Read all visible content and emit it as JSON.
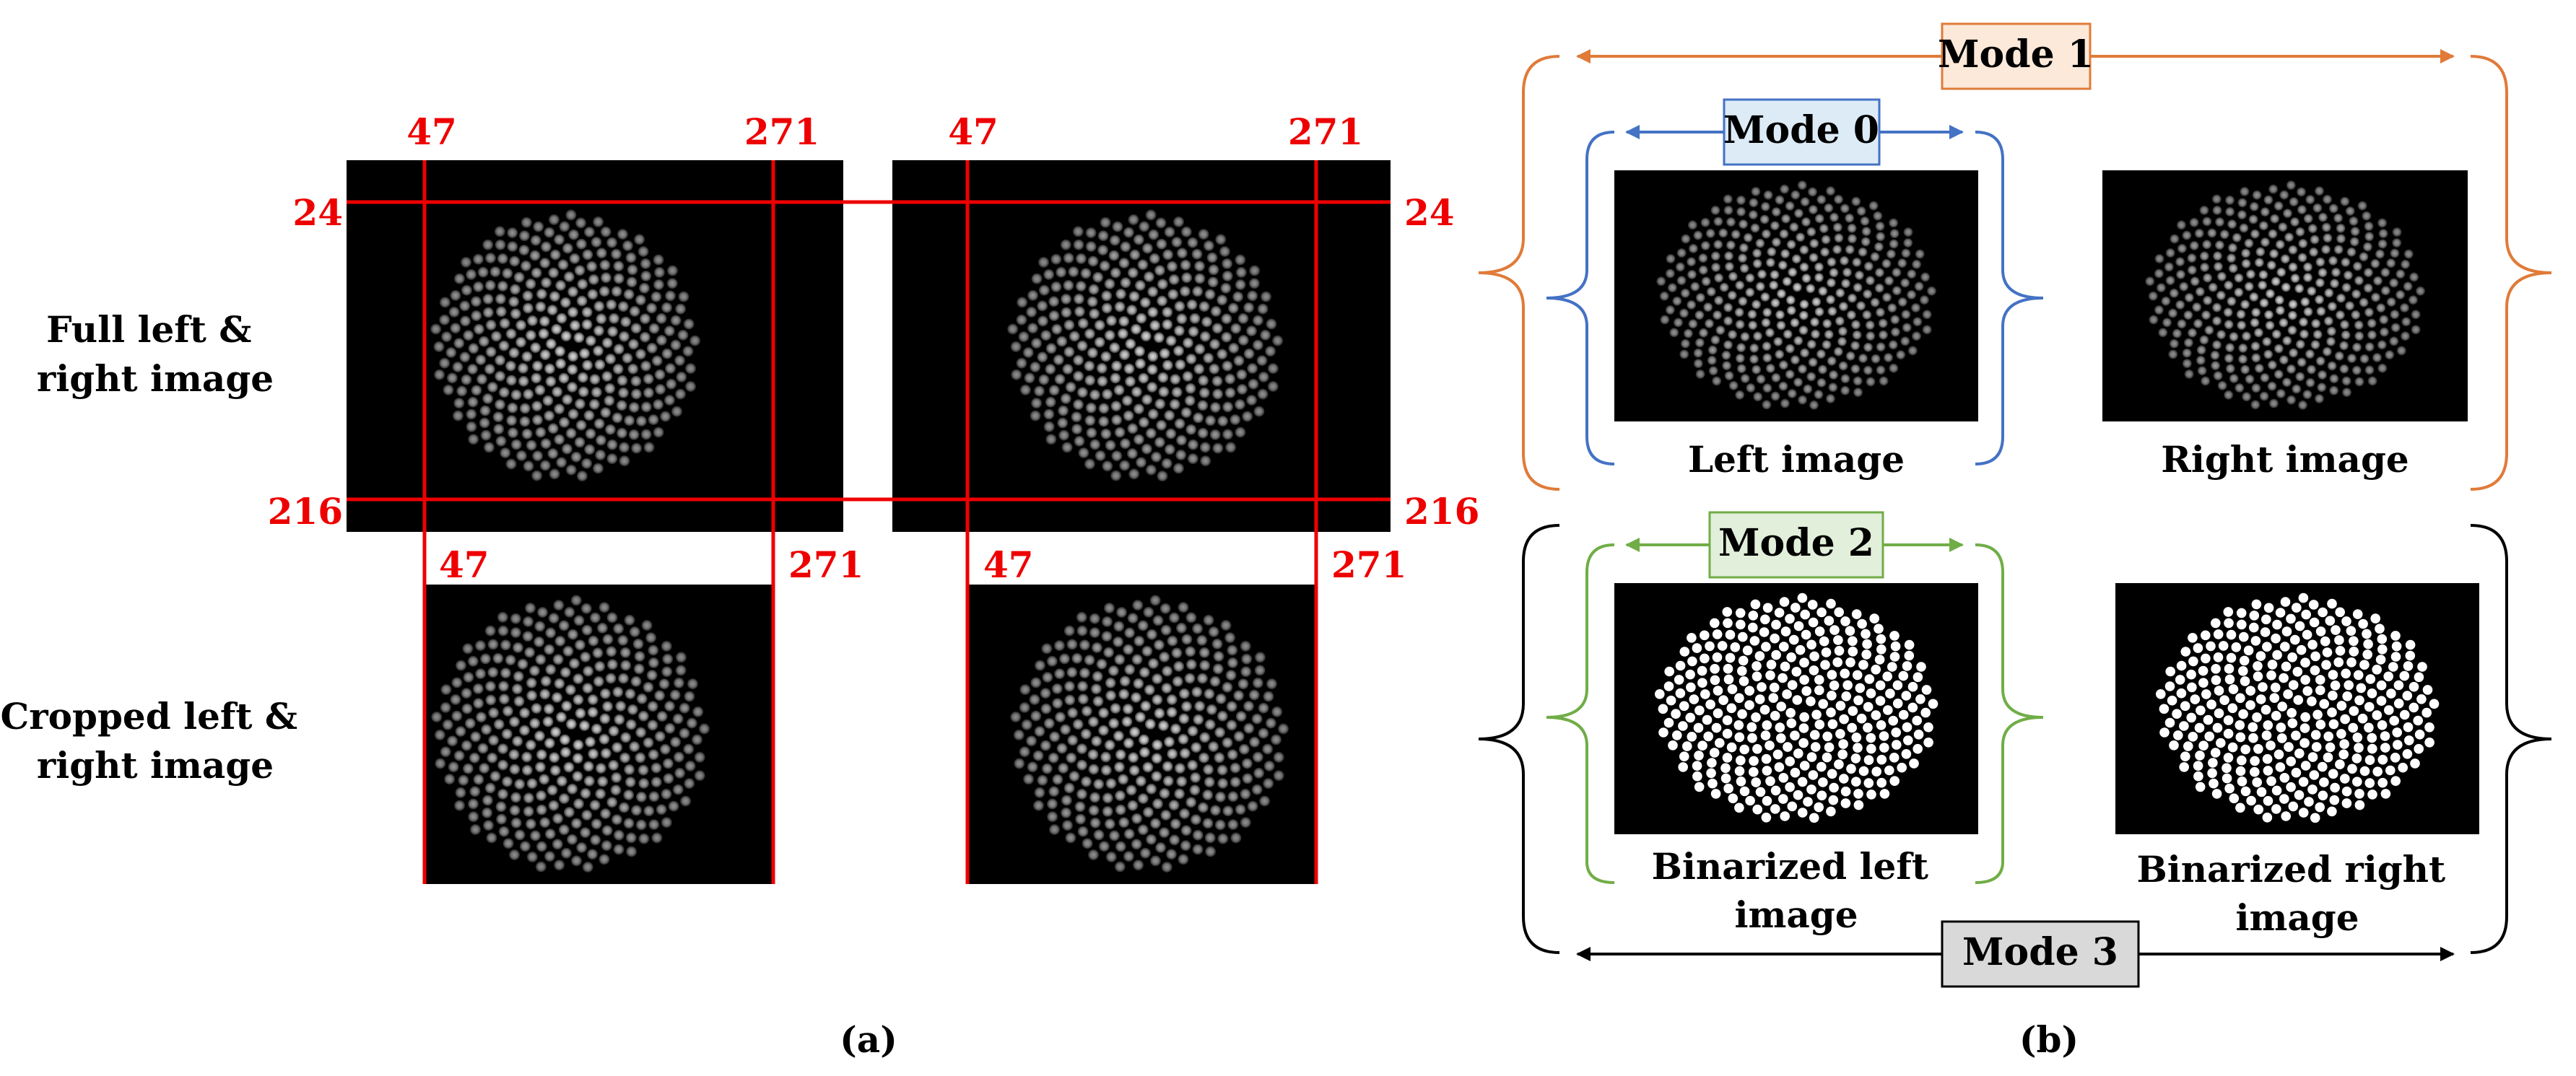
{
  "panel_a": {
    "caption": "(a)",
    "row_full": [
      "Full left &",
      "right image"
    ],
    "row_cropped": [
      "Cropped left &",
      "right image"
    ],
    "crop_x_start": "47",
    "crop_x_end": "271",
    "crop_y_start": "24",
    "crop_y_end": "216",
    "line_color": "#ee0000"
  },
  "panel_b": {
    "caption": "(b)",
    "mode1": {
      "label": "Mode 1",
      "color": "#e07b39",
      "fill": "#fde9d9"
    },
    "mode0": {
      "label": "Mode 0",
      "color": "#4472c4",
      "fill": "#ddebf7"
    },
    "mode2": {
      "label": "Mode 2",
      "color": "#70ad47",
      "fill": "#e2efda"
    },
    "mode3": {
      "label": "Mode 3",
      "color": "#000000",
      "fill": "#d9d9d9"
    },
    "left_image": "Left image",
    "right_image": "Right image",
    "binarized_left": [
      "Binarized left",
      "image"
    ],
    "binarized_right": [
      "Binarized right",
      "image"
    ]
  }
}
